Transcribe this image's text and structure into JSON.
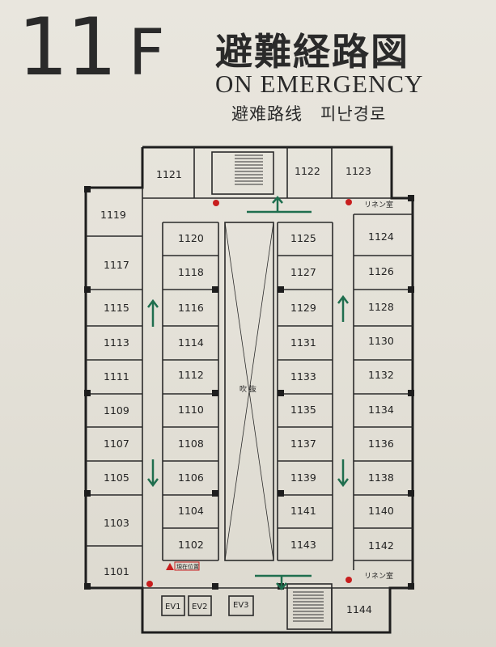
{
  "header": {
    "floor_number": "11",
    "floor_suffix": "F",
    "title_ja": "避難経路図",
    "title_en": "ON EMERGENCY",
    "title_sub": "避难路线　피난경로"
  },
  "rooms": [
    "1101",
    "1102",
    "1103",
    "1104",
    "1105",
    "1106",
    "1107",
    "1108",
    "1109",
    "1110",
    "1111",
    "1112",
    "1113",
    "1114",
    "1115",
    "1116",
    "1117",
    "1118",
    "1119",
    "1120",
    "1121",
    "1122",
    "1123",
    "1124",
    "1125",
    "1126",
    "1127",
    "1128",
    "1129",
    "1130",
    "1131",
    "1132",
    "1133",
    "1134",
    "1135",
    "1136",
    "1137",
    "1138",
    "1139",
    "1140",
    "1141",
    "1142",
    "1143",
    "1144"
  ],
  "labels": {
    "linen_room": "リネン室",
    "atrium": "吹 抜",
    "current_location": "現在位置"
  },
  "elevators": [
    "EV1",
    "EV2",
    "EV3"
  ],
  "colors": {
    "exit_arrow": "#1f6e4e",
    "marker_red": "#c81e1e",
    "wall": "#1e1e1e",
    "background": "#e7e4dc"
  }
}
